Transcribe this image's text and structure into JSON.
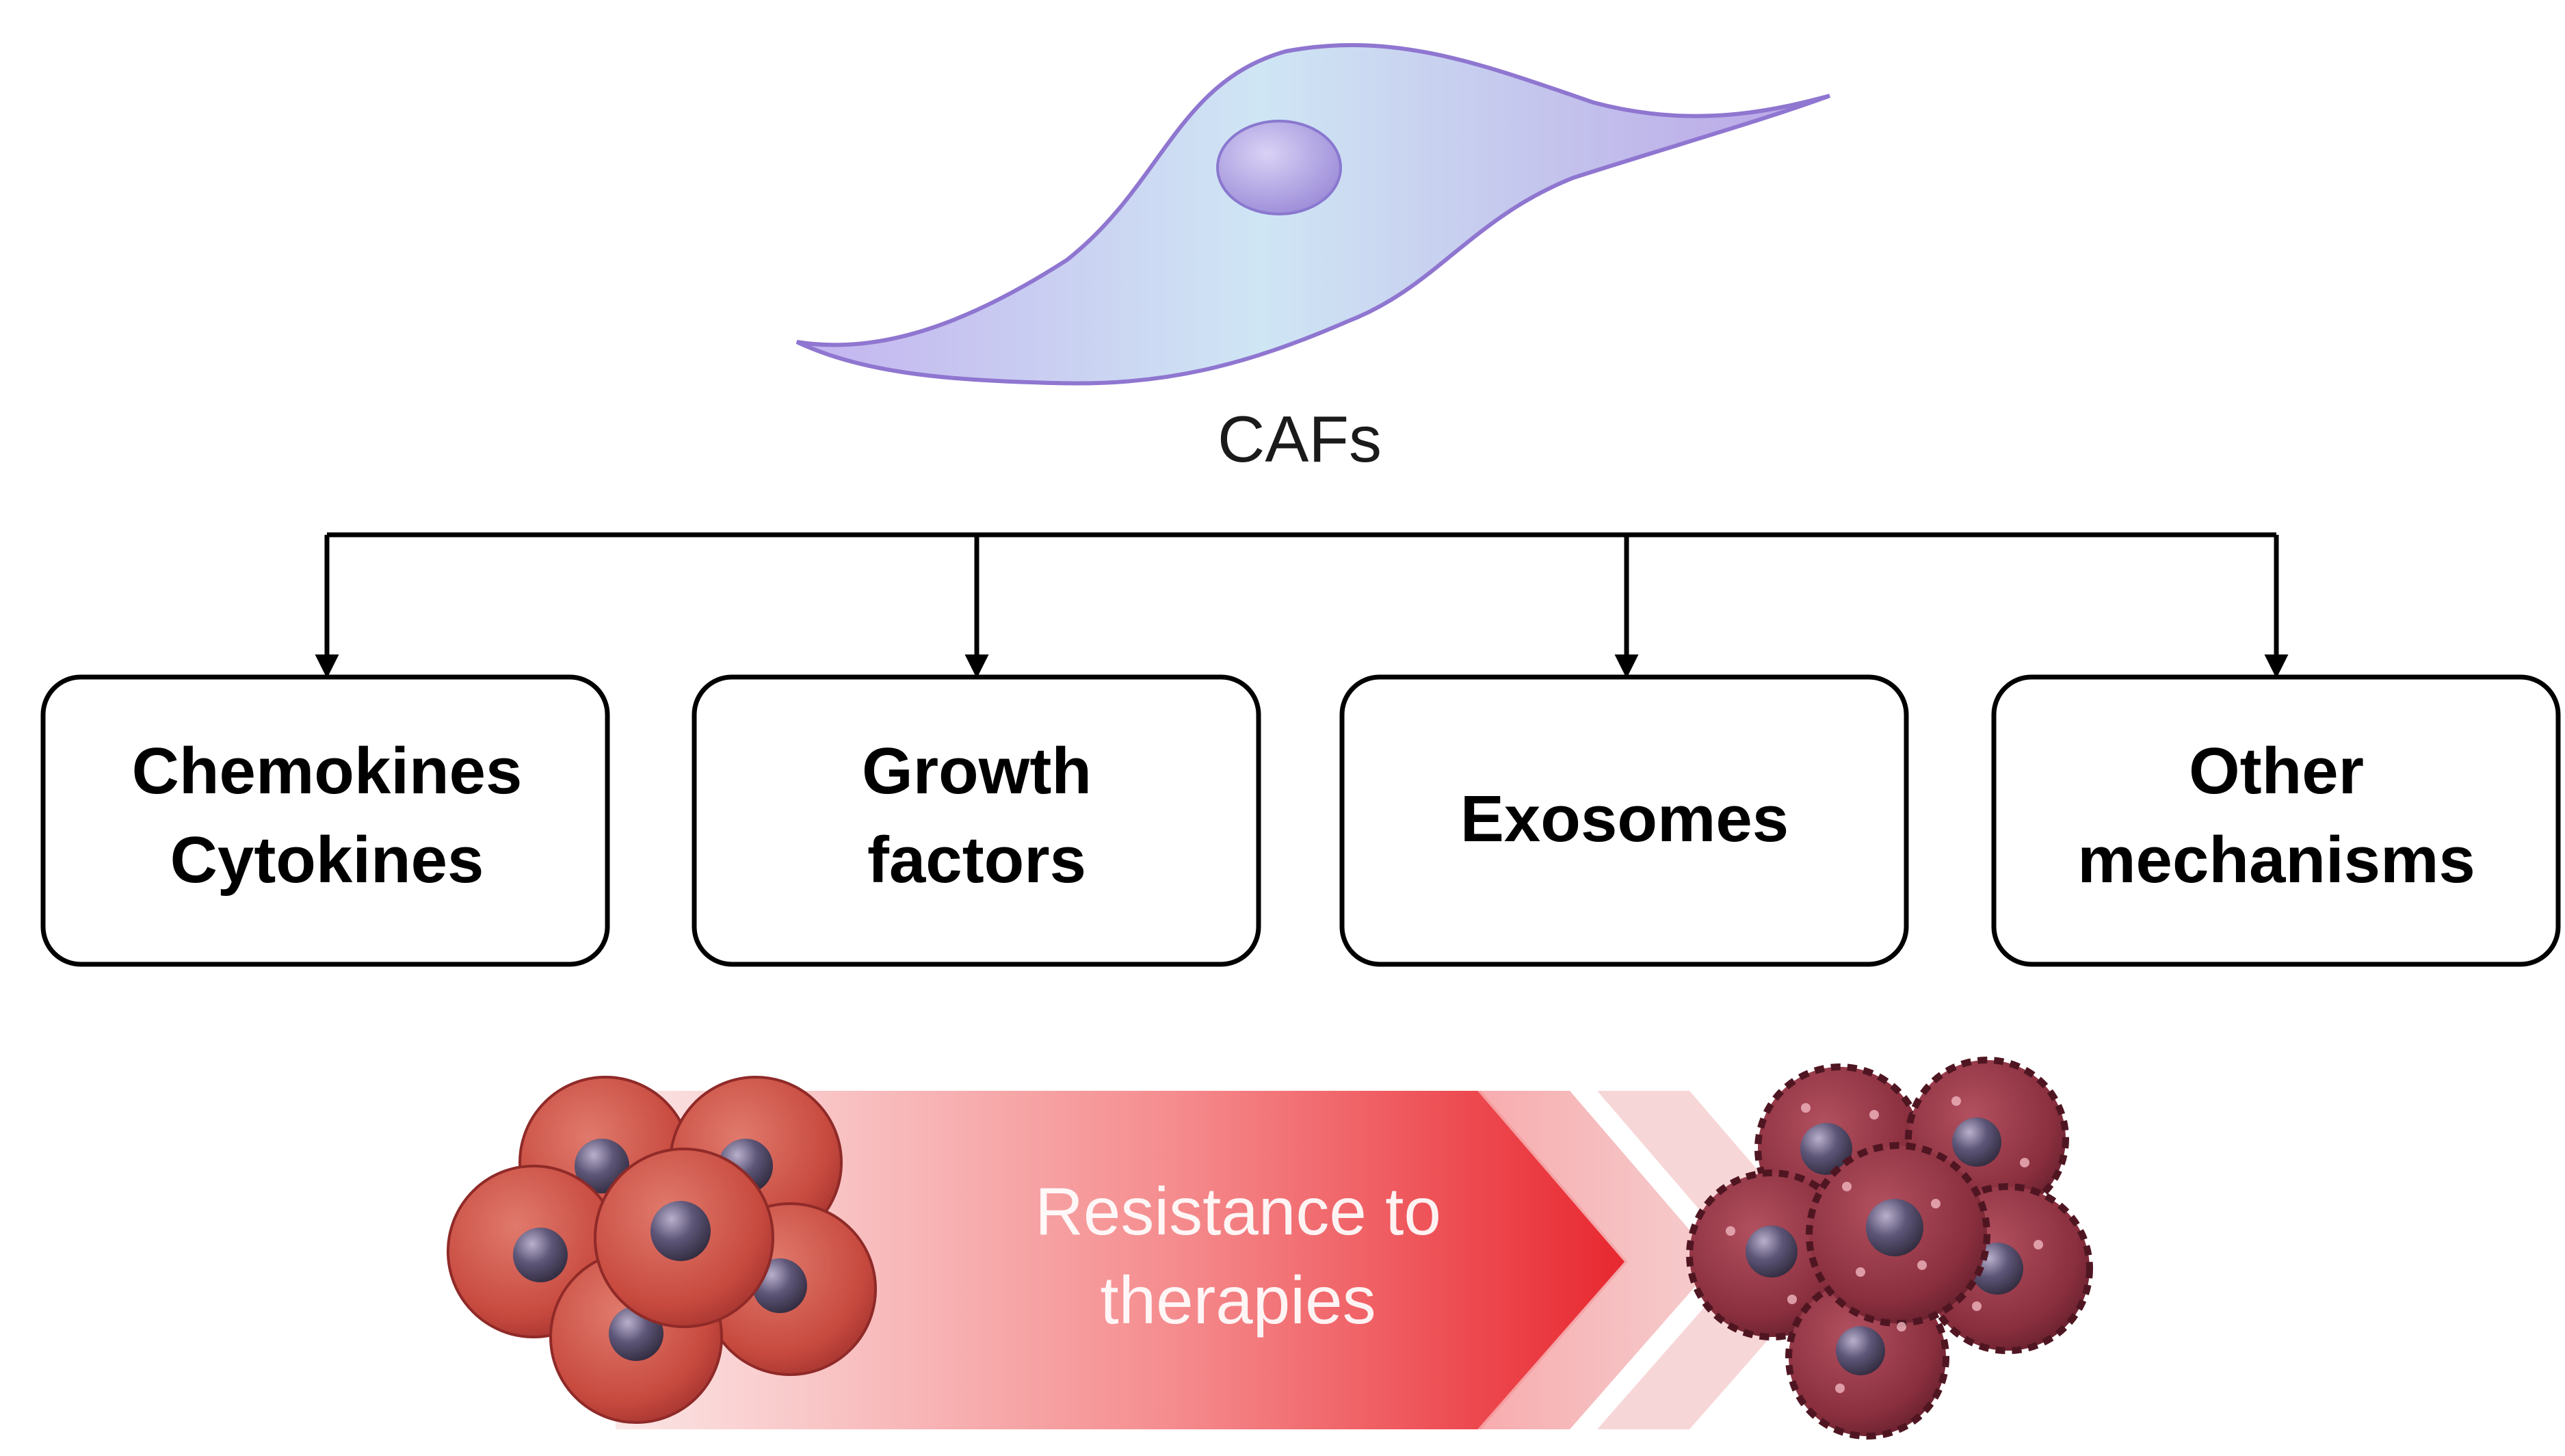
{
  "source": {
    "label": "CAFs",
    "icon": "fibroblast-cell-icon"
  },
  "boxes": [
    {
      "line1": "Chemokines",
      "line2": "Cytokines"
    },
    {
      "line1": "Growth",
      "line2": "factors"
    },
    {
      "line1": "Exosomes",
      "line2": ""
    },
    {
      "line1": "Other",
      "line2": "mechanisms"
    }
  ],
  "outcome": {
    "line1": "Resistance to",
    "line2": "therapies",
    "from_icon": "normal-cancer-cell-cluster-icon",
    "to_icon": "resistant-cancer-cell-cluster-icon"
  },
  "colors": {
    "cell_body": "#c7cdf0",
    "cell_nucleus": "#a99be0",
    "arrow_red": "#e8303a",
    "normal_cell": "#c9493f",
    "resistant_cell": "#8a2f3e",
    "nucleus_dark": "#3e3850"
  }
}
